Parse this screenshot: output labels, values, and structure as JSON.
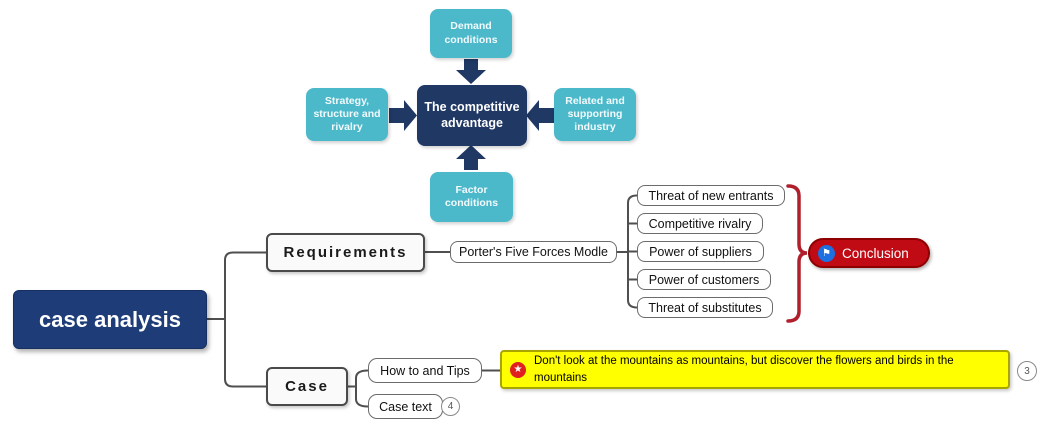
{
  "colors": {
    "teal": "#4cb9cb",
    "navy": "#1f3864",
    "root-blue": "#1e3c78",
    "line": "#4f4f4f",
    "brace-red": "#b0202c",
    "red": "#c00a14",
    "red-dark": "#8e0000",
    "flag-blue": "#1e6fe0",
    "star-red": "#e02020",
    "note-yellow": "#ffff00",
    "note-border": "#a8a400"
  },
  "diagram": {
    "center_label": "The competitive advantage",
    "top_label": "Demand conditions",
    "left_label": "Strategy, structure and rivalry",
    "right_label": "Related and supporting industry",
    "bottom_label": "Factor conditions"
  },
  "mindmap": {
    "root_label": "case analysis",
    "requirements": {
      "label": "Requirements",
      "model_label": "Porter's Five Forces Modle",
      "forces": [
        "Threat of new entrants",
        "Competitive rivalry",
        "Power of suppliers",
        "Power of customers",
        "Threat of substitutes"
      ],
      "conclusion_label": "Conclusion",
      "flag_icon": "⚑"
    },
    "case": {
      "label": "Case",
      "howto_label": "How to and Tips",
      "note_text": "Don't look at the mountains as mountains, but discover the flowers and birds in the mountains",
      "note_badge": "3",
      "star_icon": "★",
      "casetext_label": "Case text",
      "casetext_badge": "4"
    }
  }
}
